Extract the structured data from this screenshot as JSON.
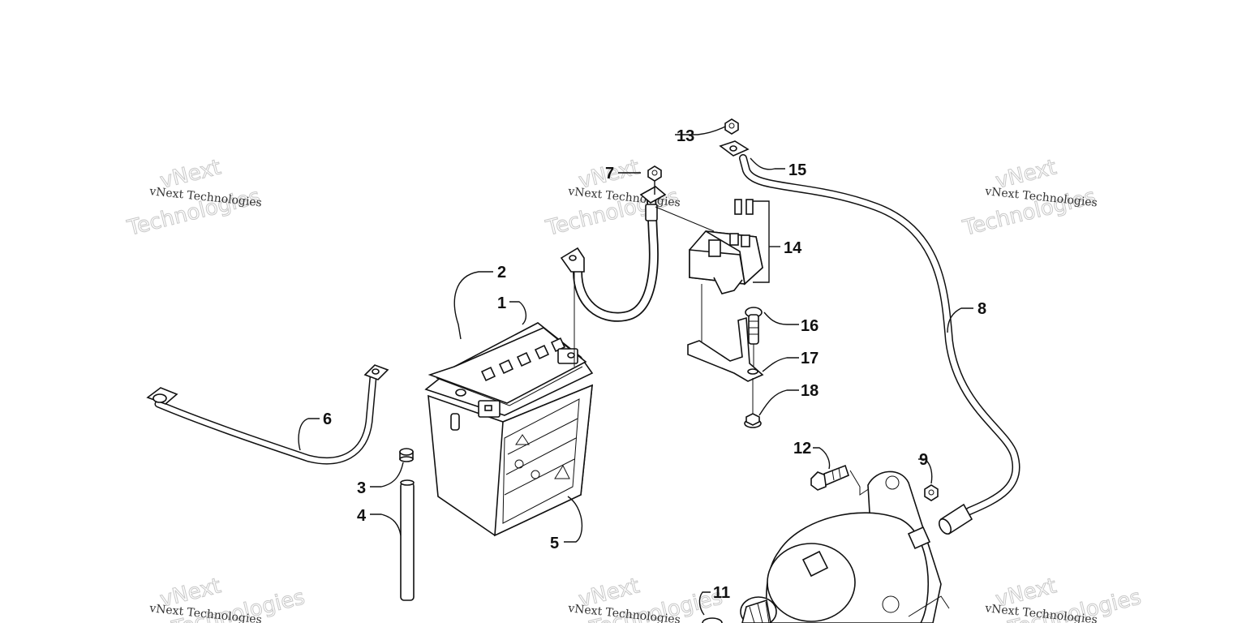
{
  "diagram": {
    "callouts": [
      "1",
      "2",
      "3",
      "4",
      "5",
      "6",
      "7",
      "8",
      "9",
      "11",
      "12",
      "13",
      "14",
      "15",
      "16",
      "17",
      "18"
    ],
    "watermarks": {
      "small": "vNext Technologies",
      "large_top": "vNext",
      "large_bottom": "Technologies"
    }
  }
}
